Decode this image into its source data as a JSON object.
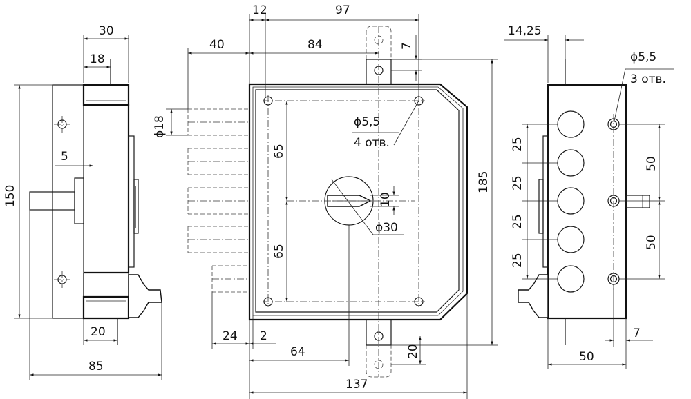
{
  "left_view": {
    "d30": "30",
    "d18": "18",
    "d5": "5",
    "d150": "150",
    "d20": "20",
    "d85": "85"
  },
  "front_view": {
    "d12": "12",
    "d97": "97",
    "d40": "40",
    "d84": "84",
    "d7": "7",
    "phi18": "ϕ18",
    "phi55": "ϕ5,5",
    "holes4": "4 отв.",
    "d65a": "65",
    "d65b": "65",
    "d10": "10",
    "phi30": "ϕ30",
    "d185": "185",
    "d24": "24",
    "d2": "2",
    "d64": "64",
    "d20": "20",
    "d137": "137"
  },
  "right_view": {
    "d1425": "14,25",
    "phi55": "ϕ5,5",
    "holes3": "3 отв.",
    "d25a": "25",
    "d25b": "25",
    "d25c": "25",
    "d25d": "25",
    "d50a": "50",
    "d50b": "50",
    "d7": "7",
    "d50c": "50"
  }
}
